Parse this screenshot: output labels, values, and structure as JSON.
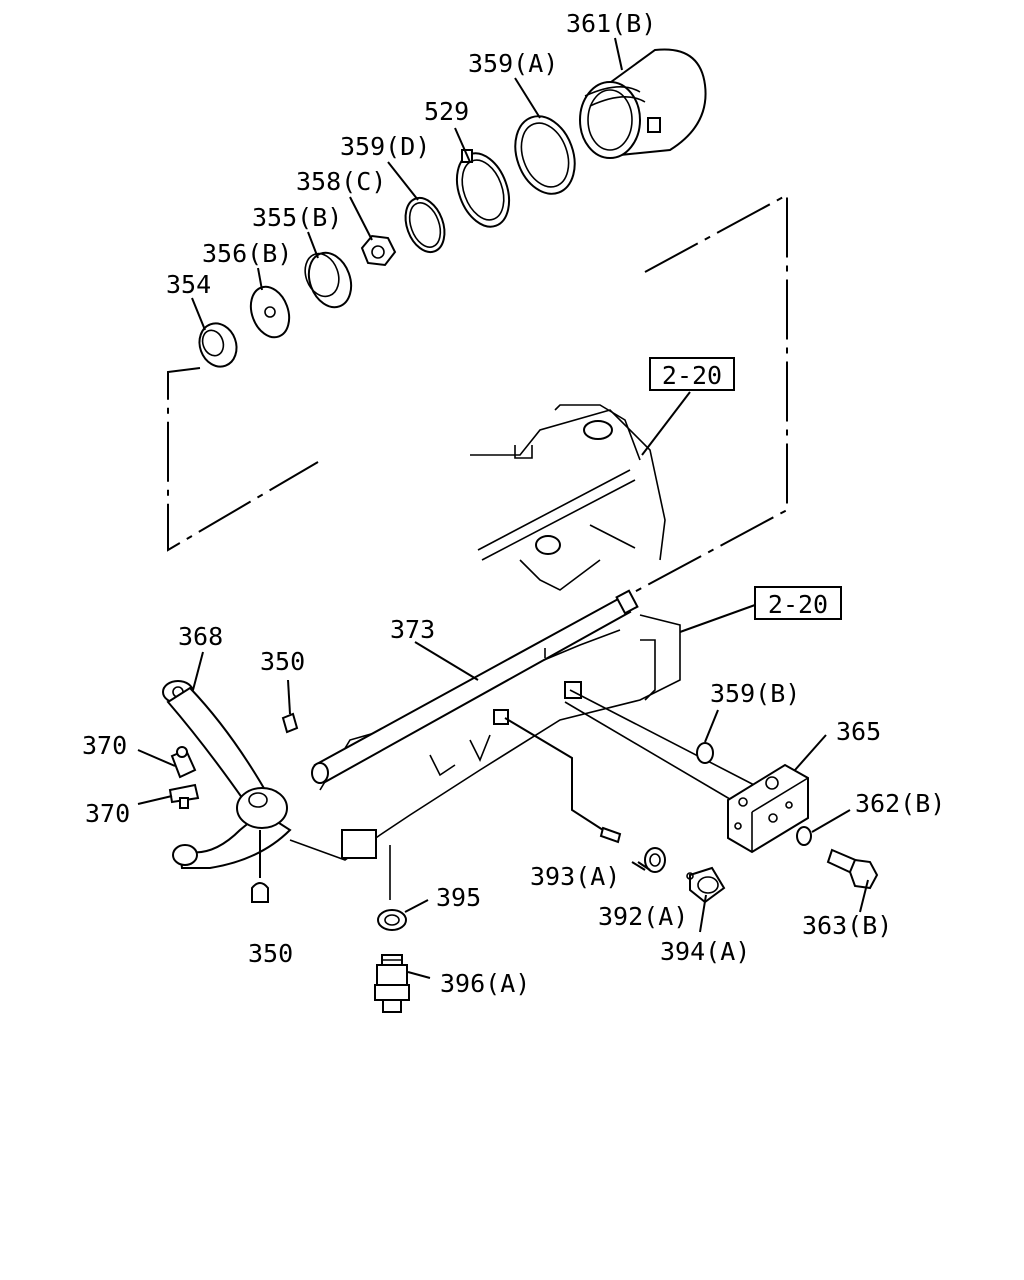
{
  "labels": {
    "l361b": "361(B)",
    "l359a": "359(A)",
    "l529": "529",
    "l359d": "359(D)",
    "l358c": "358(C)",
    "l355b": "355(B)",
    "l356b": "356(B)",
    "l354": "354",
    "ref1": "2-20",
    "ref2": "2-20",
    "l373": "373",
    "l368": "368",
    "l350a": "350",
    "l370a": "370",
    "l370b": "370",
    "l350b": "350",
    "l359b": "359(B)",
    "l365": "365",
    "l362b": "362(B)",
    "l363b": "363(B)",
    "l393a": "393(A)",
    "l392a": "392(A)",
    "l394a": "394(A)",
    "l395": "395",
    "l396a": "396(A)"
  }
}
